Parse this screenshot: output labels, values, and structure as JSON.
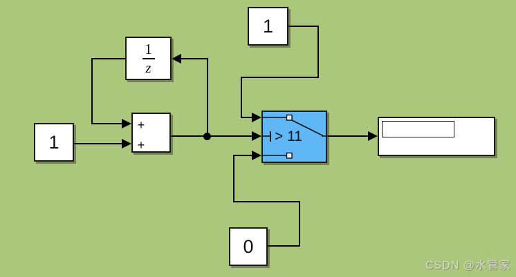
{
  "colors": {
    "canvas_background": "#abc77c",
    "switch_fill": "#60b7f5",
    "block_fill": "#ffffff",
    "wire": "#000000",
    "watermark_text": "#dbdbd6"
  },
  "blocks": {
    "constant_top": {
      "value": "1"
    },
    "constant_left": {
      "value": "1"
    },
    "constant_bottom": {
      "value": "0"
    },
    "unit_delay": {
      "numerator": "1",
      "denominator": "z"
    },
    "sum": {
      "plus_top": "+",
      "plus_bottom": "+"
    },
    "switch_block": {
      "criteria": "> 11"
    },
    "display": {
      "value": ""
    }
  },
  "watermark": {
    "text": "CSDN @水管家"
  }
}
